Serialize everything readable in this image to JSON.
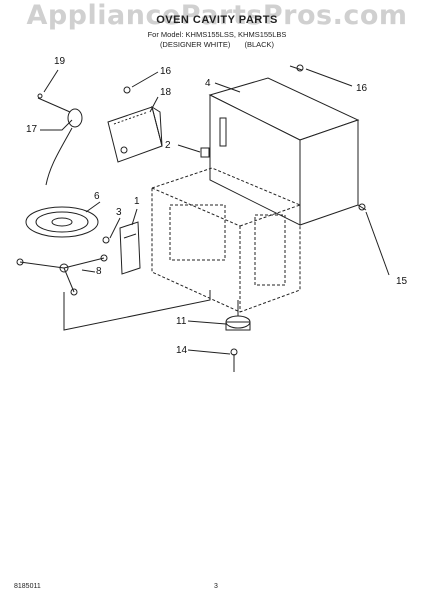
{
  "watermark": "AppliancePartsPros.com",
  "header": {
    "title": "OVEN CAVITY PARTS",
    "model_line": "For Model: KHMS155LSS, KHMS155LBS",
    "finish_white": "(DESIGNER WHITE)",
    "finish_black": "(BLACK)"
  },
  "callouts": {
    "c1": "1",
    "c2": "2",
    "c3": "3",
    "c4": "4",
    "c6": "6",
    "c8": "8",
    "c11": "11",
    "c14": "14",
    "c15": "15",
    "c16a": "16",
    "c16b": "16",
    "c17": "17",
    "c18": "18",
    "c19": "19"
  },
  "footer": {
    "code": "8185011",
    "page": "3"
  }
}
